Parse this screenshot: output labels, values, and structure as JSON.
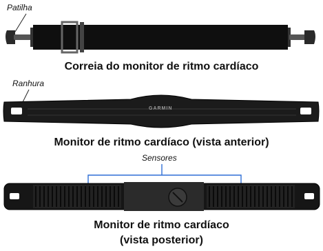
{
  "strap_section": {
    "callout": "Patilha",
    "caption": "Correia do monitor de ritmo cardíaco"
  },
  "front_section": {
    "callout": "Ranhura",
    "brand": "GARMIN",
    "caption": "Monitor de ritmo cardíaco (vista anterior)"
  },
  "back_section": {
    "callout": "Sensores",
    "caption_line1": "Monitor de ritmo cardíaco",
    "caption_line2": "(vista posterior)"
  },
  "colors": {
    "device_body": "#1b1b1b",
    "strap": "#0f0f0f",
    "sensor_bracket": "#2f6fd6",
    "leader_line": "#2f6fd6"
  }
}
